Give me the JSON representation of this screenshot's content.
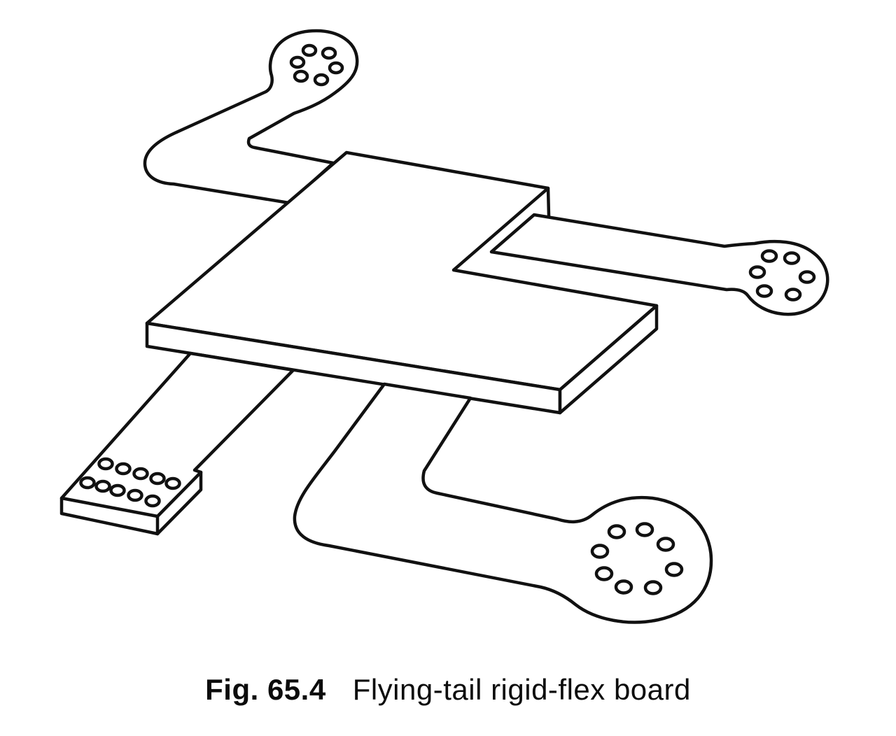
{
  "page": {
    "background_color": "#ffffff"
  },
  "figure": {
    "caption": {
      "label": "Fig. 65.4",
      "title": "Flying-tail rigid-flex board"
    },
    "drawing": {
      "stroke_color": "#111111",
      "fill_color": "#ffffff",
      "parts": {
        "board": {
          "name": "rigid board",
          "shape": "isometric slab with corner notch"
        },
        "tails": [
          {
            "name": "upper-left flex tail",
            "pad_shape": "round pad",
            "holes": 6
          },
          {
            "name": "right flex tail",
            "pad_shape": "round pad",
            "holes": 6
          },
          {
            "name": "lower flex tail",
            "pad_shape": "round pad",
            "holes": 8
          },
          {
            "name": "lower-left flex tail",
            "pad_shape": "rectangular stiffened connector",
            "holes": 10
          }
        ]
      }
    }
  }
}
